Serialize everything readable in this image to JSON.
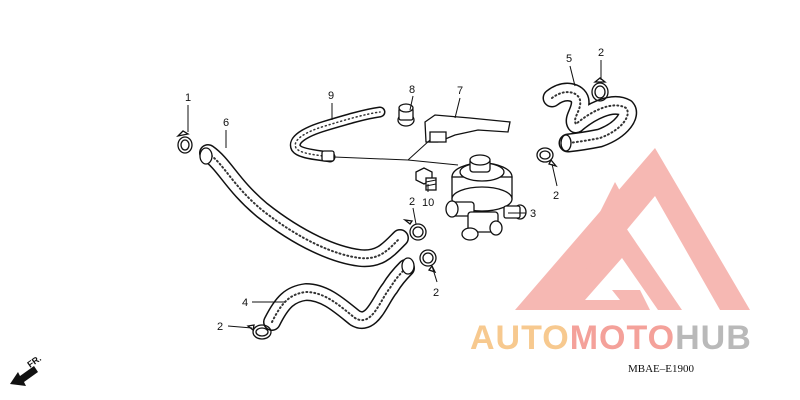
{
  "diagram": {
    "drawing_code": "MBAE–E1900",
    "direction_label": "FR.",
    "callouts": {
      "c1": "1",
      "c6": "6",
      "c9": "9",
      "c8": "8",
      "c7": "7",
      "c5": "5",
      "c2_top": "2",
      "c2_right": "2",
      "c3": "3",
      "c10": "10",
      "c2_mid_upper": "2",
      "c2_mid_lower": "2",
      "c4": "4",
      "c2_left": "2"
    }
  },
  "watermark": {
    "word_part1": "AUTO",
    "word_part2": "MOTO",
    "word_part3": "HUB",
    "colors": {
      "logo": "#f4a19a",
      "auto": "#f7c98f",
      "moto": "#f4a19a",
      "hub": "#b9b9b9"
    }
  }
}
